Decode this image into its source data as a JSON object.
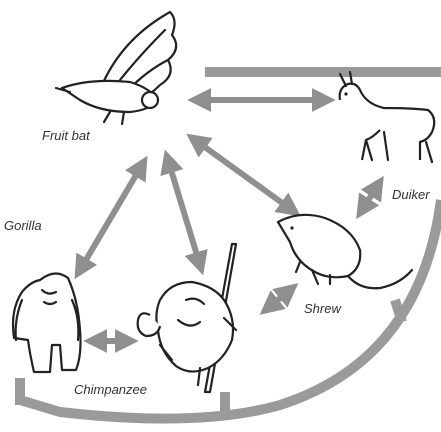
{
  "animals": {
    "fruit_bat": "Fruit bat",
    "duiker": "Duiker",
    "gorilla": "Gorilla",
    "shrew": "Shrew",
    "chimpanzee": "Chimpanzee"
  },
  "colors": {
    "arrow": "#8f8f8f",
    "band": "#9a9a9a",
    "ink": "#222222"
  }
}
